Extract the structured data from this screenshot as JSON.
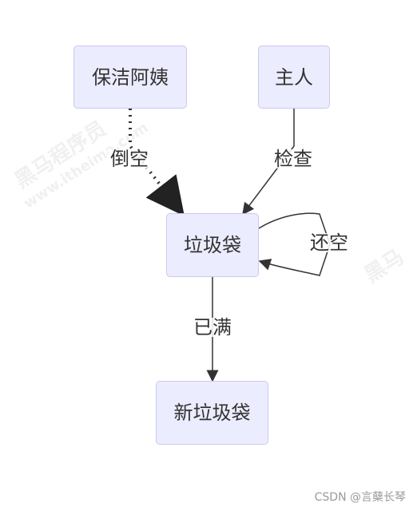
{
  "diagram": {
    "nodes": {
      "cleaner": "保洁阿姨",
      "owner": "主人",
      "trash": "垃圾袋",
      "newTrash": "新垃圾袋"
    },
    "edges": {
      "cleanerToTrash": "倒空",
      "ownerToTrash": "检查",
      "trashSelf": "还空",
      "trashToNew": "已满"
    }
  },
  "watermarks": {
    "left": "黑马程序员",
    "leftSub": "www.itheima.com",
    "right": "黑马"
  },
  "footer": {
    "text": "CSDN @言蘖长琴"
  },
  "colors": {
    "nodeFill": "#ececff",
    "nodeBorder": "#c9c9ef",
    "edge": "#333333",
    "text": "#333333"
  }
}
